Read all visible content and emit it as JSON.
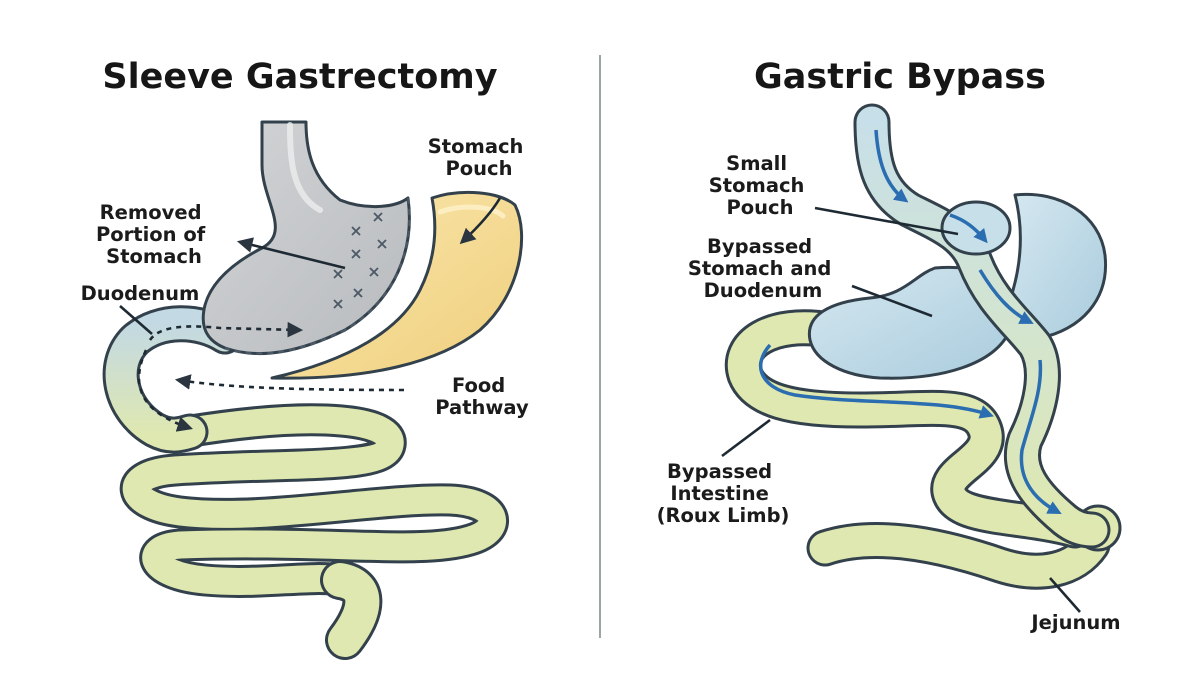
{
  "left_panel": {
    "title": "Sleeve Gastrectomy",
    "labels": {
      "stomach_pouch": [
        "Stomach",
        "Pouch"
      ],
      "removed_portion": [
        "Removed",
        "Portion of",
        "Stomach"
      ],
      "duodenum": [
        "Duodenum"
      ],
      "food_pathway": [
        "Food",
        "Pathway"
      ]
    }
  },
  "right_panel": {
    "title": "Gastric Bypass",
    "labels": {
      "small_pouch": [
        "Small",
        "Stomach",
        "Pouch"
      ],
      "bypassed_stomach": [
        "Bypassed",
        "Stomach and",
        "Duodenum"
      ],
      "bypassed_intestine": [
        "Bypassed",
        "Intestine",
        "(Roux Limb)"
      ],
      "jejunum": [
        "Jejunum"
      ]
    }
  },
  "colors": {
    "intestine": "#dfe8b0",
    "removed_stomach": "#c4c6c8",
    "sleeve": "#f5dc95",
    "duodenum": "#c3d9e3",
    "bypass_stomach": "#c6dfe9",
    "flow_arrow": "#2a6db0",
    "divider": "#9aa6a0"
  }
}
